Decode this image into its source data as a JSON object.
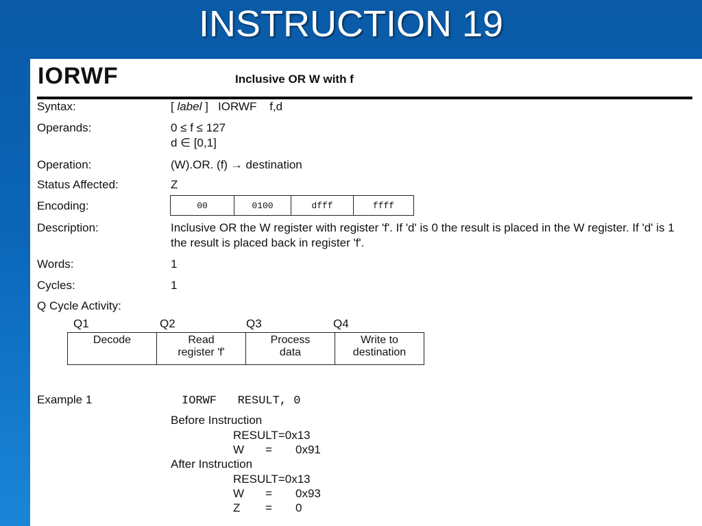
{
  "slide": {
    "title": "INSTRUCTION 19"
  },
  "instruction": {
    "mnemonic": "IORWF",
    "description_title": "Inclusive OR W with f"
  },
  "fields": {
    "syntax_label": "Syntax:",
    "syntax_label_part": "label",
    "syntax_rest": "IORWF    f,d",
    "operands_label": "Operands:",
    "operands_line1": "0 ≤ f ≤ 127",
    "operands_line2": "d ∈ [0,1]",
    "operation_label": "Operation:",
    "operation_value": "(W).OR. (f) → destination",
    "status_label": "Status Affected:",
    "status_value": "Z",
    "encoding_label": "Encoding:",
    "encoding": [
      "00",
      "0100",
      "dfff",
      "ffff"
    ],
    "description_label": "Description:",
    "description_value": "Inclusive OR the W register with register 'f'. If 'd' is 0 the result is placed in the W register. If 'd' is 1 the result is placed back in register 'f'.",
    "words_label": "Words:",
    "words_value": "1",
    "cycles_label": "Cycles:",
    "cycles_value": "1",
    "qcycle_label": "Q Cycle Activity:"
  },
  "qcycle": {
    "headers": [
      "Q1",
      "Q2",
      "Q3",
      "Q4"
    ],
    "cells": [
      [
        "Decode",
        ""
      ],
      [
        "Read",
        "register 'f'"
      ],
      [
        "Process",
        "data"
      ],
      [
        "Write to",
        "destination"
      ]
    ]
  },
  "example": {
    "label": "Example 1",
    "code": "IORWF   RESULT, 0",
    "before_label": "Before Instruction",
    "before_result": "RESULT=0x13",
    "before_w_name": "W",
    "before_w_eq": "=",
    "before_w_value": "0x91",
    "after_label": "After Instruction",
    "after_result": "RESULT=0x13",
    "after_w_name": "W",
    "after_w_eq": "=",
    "after_w_value": "0x93",
    "after_z_name": "Z",
    "after_z_eq": "=",
    "after_z_value": "0"
  }
}
